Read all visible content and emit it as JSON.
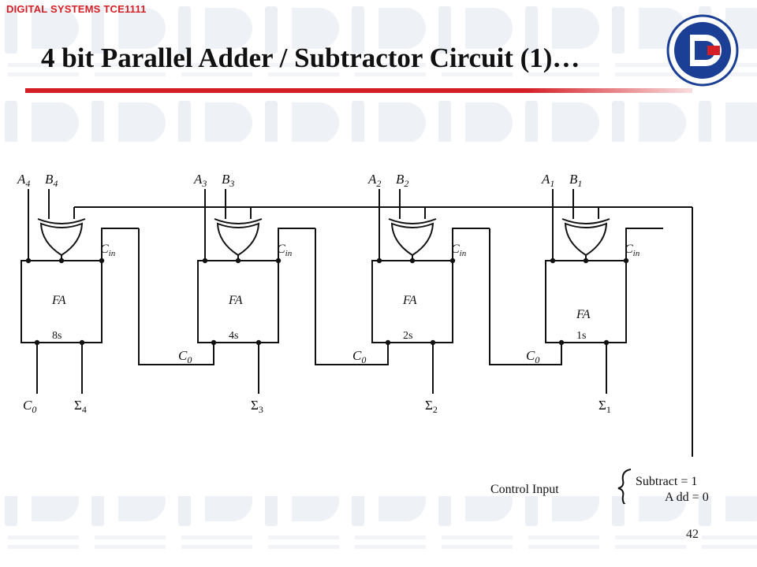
{
  "header": {
    "course_label": "DIGITAL SYSTEMS TCE1111",
    "title": "4 bit Parallel Adder / Subtractor Circuit (1)…"
  },
  "colors": {
    "accent_red": "#d41f26",
    "logo_blue": "#1b3f94",
    "pattern_gray": "#e9ecf2"
  },
  "footer": {
    "page_number": "42"
  },
  "circuit": {
    "stages": [
      {
        "a_sym": "A",
        "a_sub": "4",
        "b_sym": "B",
        "b_sub": "4",
        "cin_label": "C",
        "cin_sub": "in",
        "block_label": "FA",
        "weight": "8s",
        "sum_sym": "Σ",
        "sum_sub": "4"
      },
      {
        "a_sym": "A",
        "a_sub": "3",
        "b_sym": "B",
        "b_sub": "3",
        "cin_label": "C",
        "cin_sub": "in",
        "block_label": "FA",
        "weight": "4s",
        "sum_sym": "Σ",
        "sum_sub": "3"
      },
      {
        "a_sym": "A",
        "a_sub": "2",
        "b_sym": "B",
        "b_sub": "2",
        "cin_label": "C",
        "cin_sub": "in",
        "block_label": "FA",
        "weight": "2s",
        "sum_sym": "Σ",
        "sum_sub": "2"
      },
      {
        "a_sym": "A",
        "a_sub": "1",
        "b_sym": "B",
        "b_sub": "1",
        "cin_label": "C",
        "cin_sub": "in",
        "block_label": "FA",
        "weight": "1s",
        "sum_sym": "Σ",
        "sum_sub": "1"
      }
    ],
    "carry_out": {
      "sym": "C",
      "sub": "0"
    },
    "carry_links": [
      {
        "sym": "C",
        "sub": "0"
      },
      {
        "sym": "C",
        "sub": "0"
      },
      {
        "sym": "C",
        "sub": "0"
      }
    ],
    "control": {
      "label": "Control Input",
      "subtract": "Subtract = 1",
      "add": "A dd = 0"
    }
  }
}
